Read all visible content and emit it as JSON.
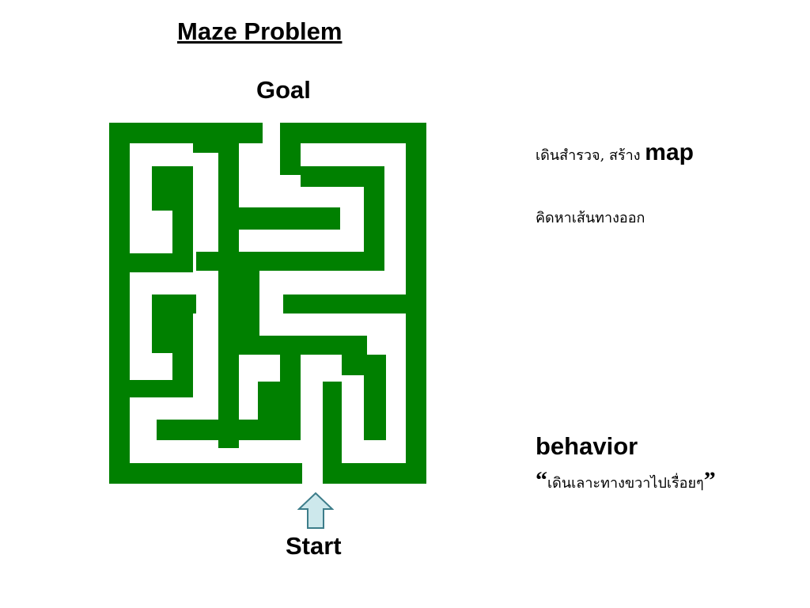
{
  "slide": {
    "title": "Maze Problem",
    "goal_label": "Goal",
    "start_label": "Start",
    "note1_thai": "เดินสำรวจ, สร้าง ",
    "note1_en": "map",
    "note2": "คิดหาเส้นทางออก",
    "behavior_label": "behavior",
    "behavior_quote_open": "“",
    "behavior_quote_text": "เดินเลาะทางขวาไปเรื่อยๆ",
    "behavior_quote_close": "”"
  },
  "colors": {
    "maze_wall": "#008000",
    "arrow_fill": "#cde8ec",
    "arrow_stroke": "#3d7d8a"
  },
  "icons": {
    "start_arrow": "up-arrow-icon"
  }
}
